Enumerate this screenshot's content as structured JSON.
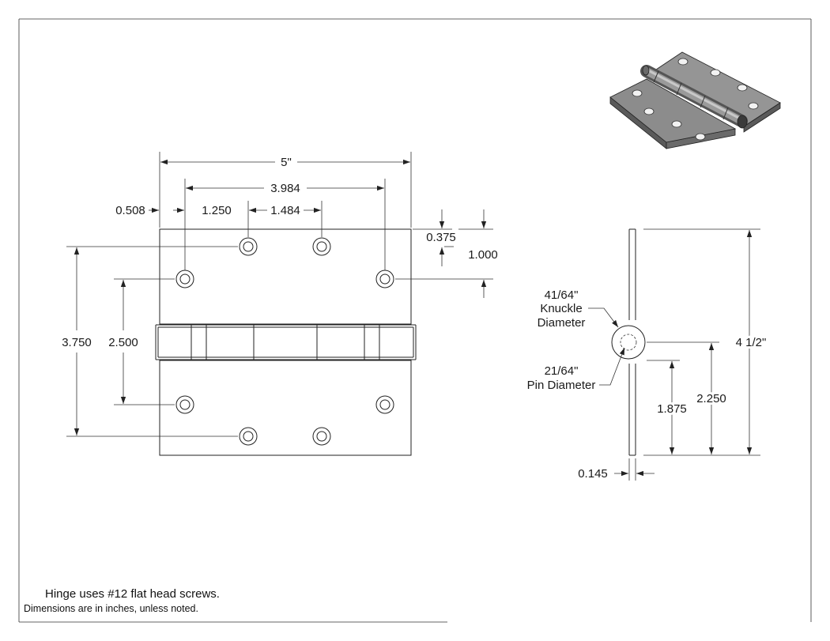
{
  "front_view": {
    "width": "5\"",
    "outer_hole_spacing": "3.984",
    "edge_offset": "0.508",
    "hole_offset": "1.250",
    "inner_hole_spacing": "1.484",
    "top_offset": "0.375",
    "outer_hole_top": "1.000",
    "inner_vertical_spacing": "3.750",
    "outer_vertical_spacing": "2.500"
  },
  "side_view": {
    "knuckle_diameter": [
      "41/64\"",
      "Knuckle",
      "Diameter"
    ],
    "pin_diameter": [
      "21/64\"",
      "Pin Diameter"
    ],
    "height": "4 1/2\"",
    "knuckle_center_height": "2.250",
    "lower_dim": "1.875",
    "leaf_thickness": "0.145"
  },
  "notes": {
    "screws": "Hinge uses #12 flat head screws.",
    "units": "Dimensions are in inches, unless noted."
  },
  "colors": {
    "line": "#222222",
    "hinge_fill": "#8a8a8a",
    "hinge_dark": "#4d4d4d"
  }
}
